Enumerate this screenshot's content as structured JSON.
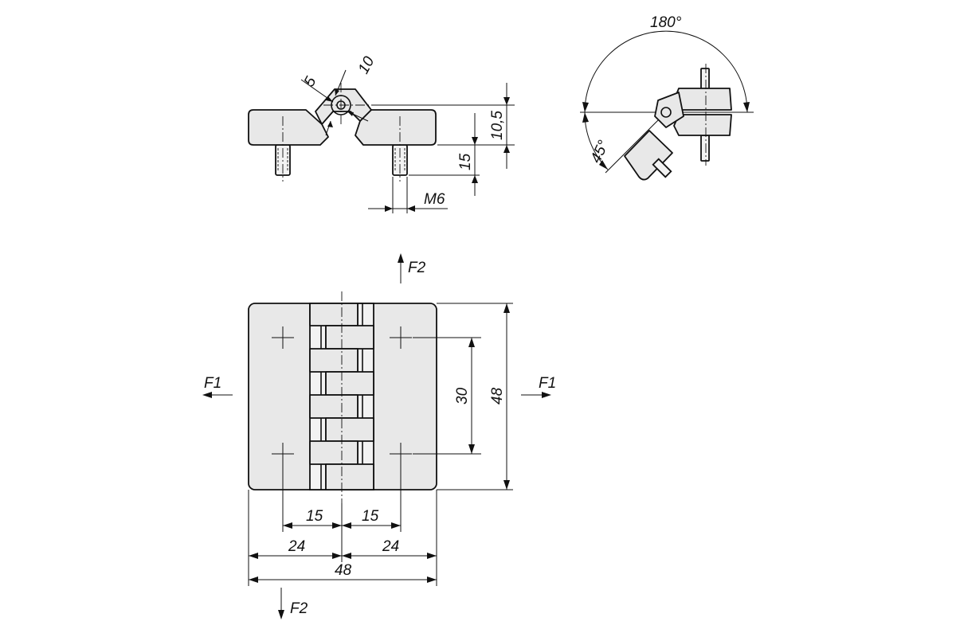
{
  "labels": {
    "pin_small": "5",
    "pin_large": "10",
    "height_total": "10,5",
    "stud_length": "15",
    "thread": "M6",
    "angle_open": "180°",
    "angle_tilt": "45°",
    "force_vertical": "F2",
    "force_horizontal": "F1",
    "hole_pitch": "30",
    "plate_height": "48",
    "hole_offset": "15",
    "half_width": "24",
    "plate_width": "48"
  }
}
